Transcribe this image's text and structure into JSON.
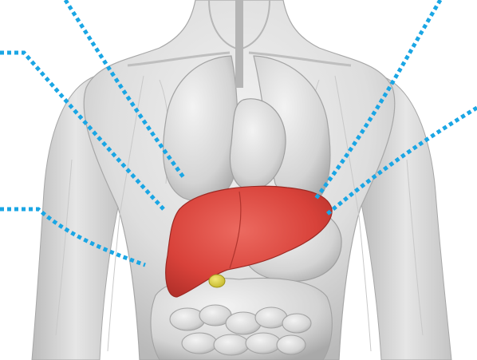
{
  "scene": {
    "subject": "anatomy-torso",
    "highlighted_organ": "liver",
    "callout_line_count": 5,
    "colors": {
      "background": "#ffffff",
      "body_skin": "#e2e2e2",
      "body_shadow": "#bdbdbd",
      "organ_gray": "#d2d2d2",
      "liver": "#d9433c",
      "liver_light": "#e8665c",
      "gallbladder": "#e0d43a",
      "callout_dots": "#1aa6e4"
    }
  }
}
